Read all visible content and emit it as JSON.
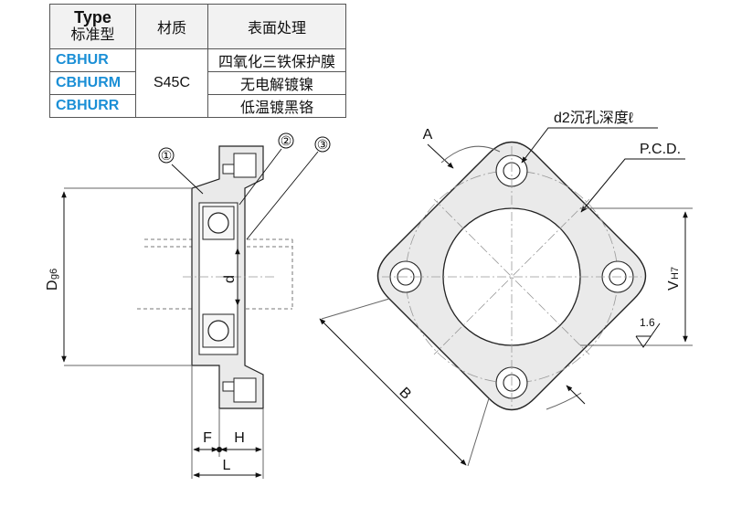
{
  "spec_table": {
    "header": {
      "type_en": "Type",
      "type_cn": "标准型",
      "material": "材质",
      "surface": "表面处理"
    },
    "rows": [
      {
        "code": "CBHUR",
        "surface": "四氧化三铁保护膜"
      },
      {
        "code": "CBHURM",
        "surface": "无电解镀镍"
      },
      {
        "code": "CBHURR",
        "surface": "低温镀黑铬"
      }
    ],
    "material_value": "S45C"
  },
  "drawing": {
    "part_labels": [
      "①",
      "②",
      "③"
    ],
    "dim_D": "D",
    "dim_D_tol": "g6",
    "dim_d": "d",
    "dim_F": "F",
    "dim_H": "H",
    "dim_L": "L",
    "dim_A": "A",
    "dim_B": "B",
    "d2_label": "d2沉孔深度ℓ",
    "pcd_label": "P.C.D.",
    "dim_V": "V",
    "dim_V_tol": "H7",
    "roughness": "1.6"
  }
}
